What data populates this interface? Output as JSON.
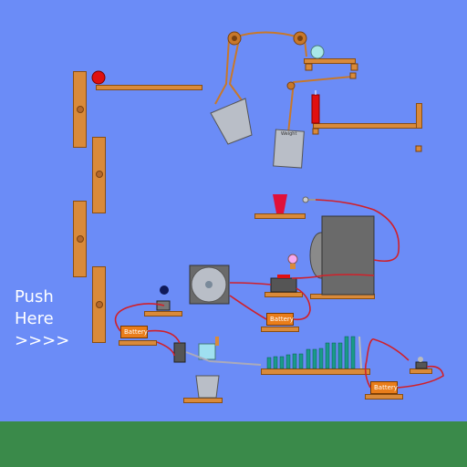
{
  "hint": {
    "line1": "Push",
    "line2": "Here",
    "line3": ">>>>"
  },
  "labels": {
    "battery": "Battery",
    "weight": "Weight"
  },
  "colors": {
    "sky": "#6b8cf7",
    "ground": "#3a8a4a",
    "plank": "#d98a3a",
    "wire": "#d0202a",
    "ball_red": "#e01010",
    "ball_cyan": "#a8e8e8",
    "ball_navy": "#101a5a",
    "candle": "#e01010",
    "bars": "#1a9a8a",
    "motor": "#6a6a6a"
  },
  "icons": {
    "fan": "fan-icon",
    "motor": "motor-icon",
    "lightbulb": "lightbulb-icon",
    "switch": "switch-icon",
    "candle": "candle-icon",
    "bucket": "bucket-icon"
  }
}
